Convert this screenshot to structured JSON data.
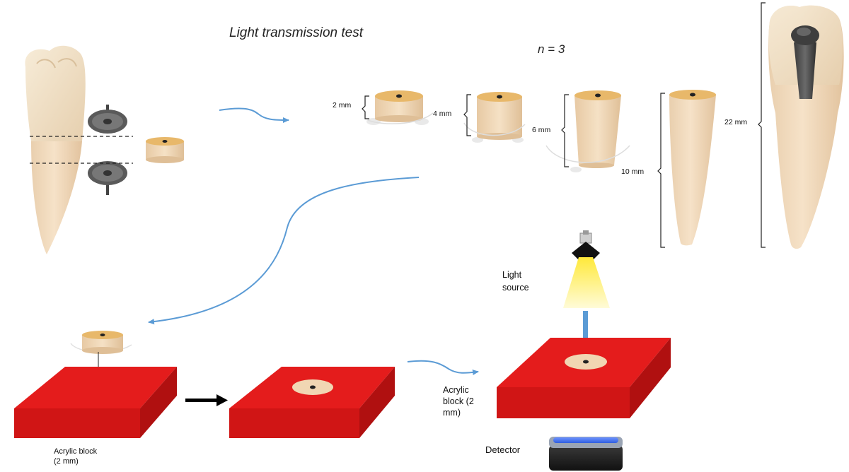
{
  "title": "Light transmission test",
  "sample_size": "n = 3",
  "lengths": {
    "l2": "2 mm",
    "l4": "4 mm",
    "l6": "6 mm",
    "l10": "10 mm",
    "l22": "22 mm"
  },
  "light_source": "Light\nsource",
  "acrylic_block_left": "Acrylic block\n(2 mm)",
  "acrylic_block_right": "Acrylic\nblock (2\nmm)",
  "detector": "Detector",
  "colors": {
    "acrylic_block": "#e41c1c",
    "acrylic_side": "#b01010",
    "dentin": "#f1d6b3",
    "root_canal_top": "#e8b86a",
    "arrow": "#5b9bd5",
    "light_beam": "#fff27a",
    "detector_sensor": "#3d6fe0"
  }
}
